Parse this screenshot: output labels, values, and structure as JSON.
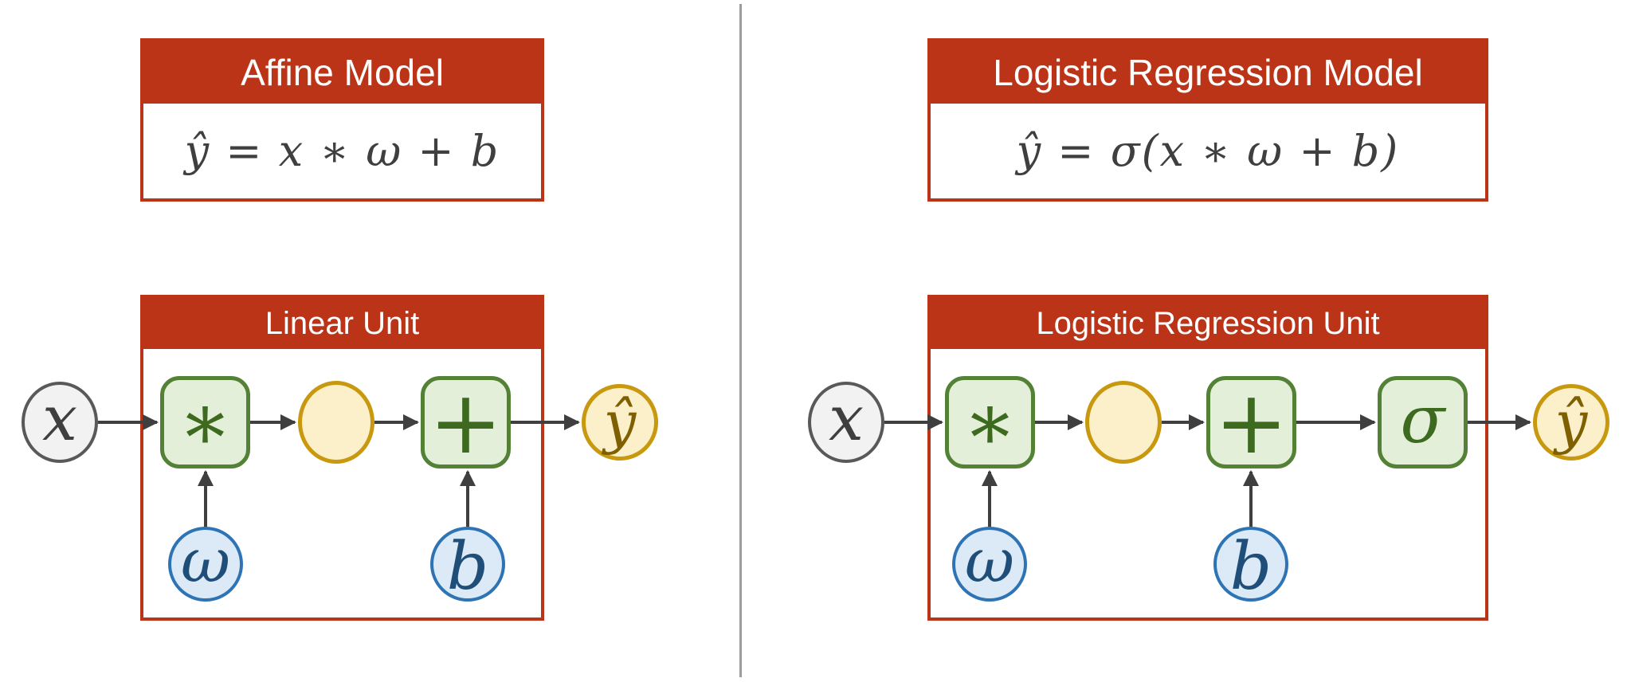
{
  "colors": {
    "accent_red": "#BB3418",
    "green_fill": "#E3EFD9",
    "green_border": "#538135",
    "green_text": "#3E6A20",
    "yellow_fill": "#FCF0CB",
    "yellow_border": "#C8980F",
    "yellow_text": "#7F6000",
    "blue_fill": "#DCE9F6",
    "blue_border": "#2E74B5",
    "blue_text": "#1F4E79",
    "gray_fill": "#F2F2F2",
    "gray_border": "#595959",
    "arrow": "#3F3F3F"
  },
  "left_panel": {
    "model_box": {
      "title": "Affine Model",
      "formula": "ŷ = x ∗ ω + b"
    },
    "unit_box": {
      "title": "Linear Unit"
    },
    "nodes": {
      "input": "x",
      "multiply": "∗",
      "intermediate": "",
      "add": "+",
      "output": "ŷ",
      "weight": "ω",
      "bias": "b"
    }
  },
  "right_panel": {
    "model_box": {
      "title": "Logistic Regression Model",
      "formula": "ŷ = σ(x ∗ ω + b)"
    },
    "unit_box": {
      "title": "Logistic Regression Unit"
    },
    "nodes": {
      "input": "x",
      "multiply": "∗",
      "intermediate": "",
      "add": "+",
      "sigma": "σ",
      "output": "ŷ",
      "weight": "ω",
      "bias": "b"
    }
  }
}
